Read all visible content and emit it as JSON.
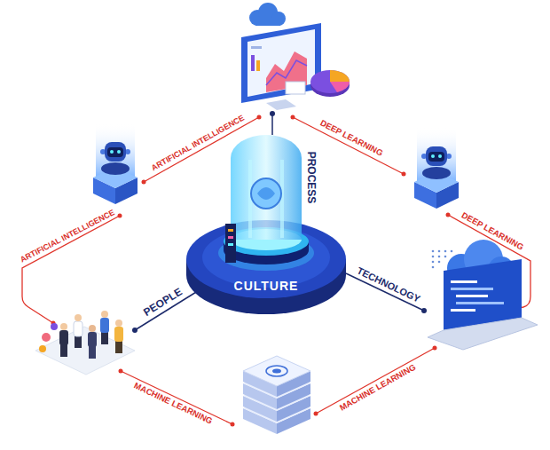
{
  "diagram": {
    "nodes": [
      {
        "text": [
          "CULTURE"
        ]
      }
    ],
    "labels": [
      "PROCESS",
      "ARTIFICIAL INTELLIGENCE",
      "ARTIFICIAL INTELLIGENCE",
      "DEEP LEARNING",
      "DEEP LEARNING",
      "PEOPLE",
      "TECHNOLOGY",
      "MACHINE LEARNING",
      "MACHINE LEARNING"
    ]
  }
}
